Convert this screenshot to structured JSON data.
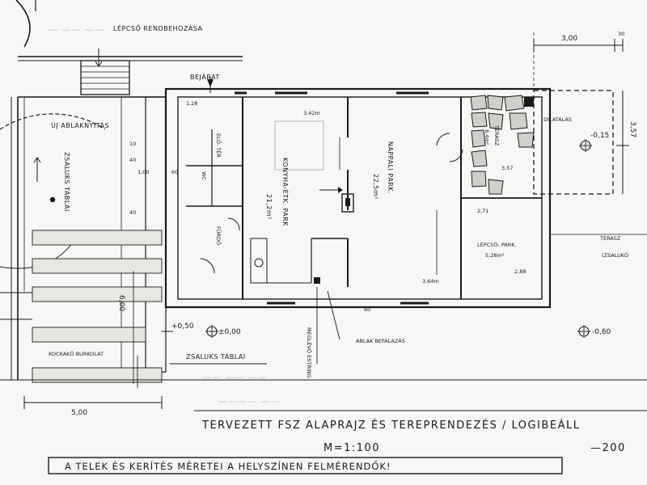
{
  "labels": {
    "stair_renovation": "LÉPCSŐ RENDBEHOZÁSA",
    "entrance": "BEJÁRAT",
    "new_window": "ÚJ ABLAKNYITÁS",
    "shutter_door_left": "ZSALUKS TÁBLAI",
    "paving": "KOCKAKŐ BURKOLAT",
    "shutter_door_bottom": "ZSALUKS TÁBLAI",
    "anteroom": "ELŐ- TÉR",
    "toilet": "WC",
    "bath": "FÜRDŐ",
    "kitchen": "KONYHA-ÉTK. PARK",
    "living": "NAPPALI PARK.",
    "terrace": "TERASZ",
    "stair": "LÉPCSŐ- PARK.",
    "lead_label": "DILATÁLÁS",
    "terrace_right": "TERASZ",
    "terrace_right_note": "(ZSALUKŐ",
    "meter": "MEGLÉVŐ ESTRING",
    "window_repair": "ABLAK BEFALAZÁS",
    "title": "TERVEZETT FSZ ALAPRAJZ ÉS TEREPRENDEZÉS / LOGIBEÁLL",
    "scale": "M=1:100",
    "note": "A TELEK ÉS KERÍTÉS MÉRETEI A HELYSZÍNEN FELMÉRENDŐK!",
    "year": "—200"
  },
  "dims": {
    "top_3": "3,00",
    "top_30": "30",
    "right_357": "3,57",
    "left_500": "5,00",
    "left_600": "6,00",
    "level_050": "+0,50",
    "level_000": "±0,00",
    "level_015": "-0,15",
    "level_060": "-0,60",
    "d342": "3,42m",
    "d364": "3,64m",
    "d60a": "60",
    "d60b": "60",
    "d10": "10",
    "d40": "40",
    "d100": "1,00",
    "d40b": "40",
    "d271": "2,71",
    "d357b": "3,57",
    "d288": "2,88",
    "d128": "1,28",
    "area_kitchen": "21,2m²",
    "area_living": "22,5m²",
    "area_terrace": "8,4m²",
    "area_stair": "5,28m²"
  }
}
